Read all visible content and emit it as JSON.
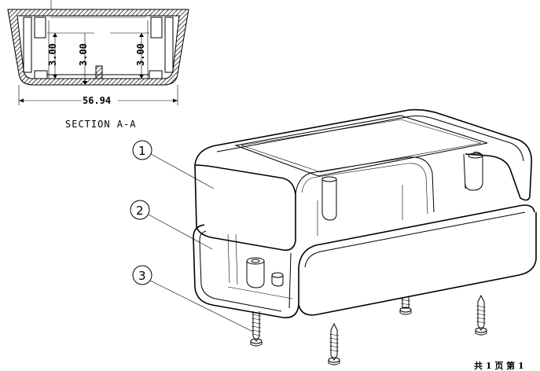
{
  "section_view": {
    "dimensions": {
      "left": "3.00",
      "center": "3.00",
      "right": "3.00",
      "width": "56.94"
    },
    "title": "SECTION A-A"
  },
  "callouts": [
    {
      "number": "1"
    },
    {
      "number": "2"
    },
    {
      "number": "3"
    }
  ],
  "title_block": {
    "page_info": "共 1 页  第 1"
  }
}
